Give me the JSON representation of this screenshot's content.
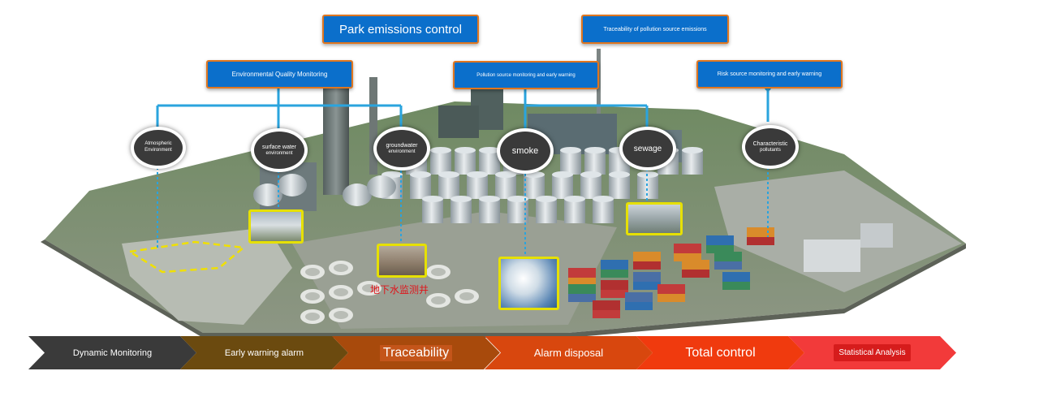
{
  "header": {
    "main_title": "Park emissions control",
    "traceability_title": "Traceability of pollution source emissions"
  },
  "categories": {
    "env_quality": "Environmental Quality Monitoring",
    "pollution_source": "Pollution source monitoring and early warning",
    "risk_source": "Risk source monitoring and early warning"
  },
  "nodes": {
    "atmospheric_line1": "Atmospheric",
    "atmospheric_line2": "Environment",
    "surface_water_line1": "surface water",
    "surface_water_line2": "environment",
    "groundwater_line1": "groundwater",
    "groundwater_line2": "environment",
    "smoke": "smoke",
    "sewage": "sewage",
    "characteristic_line1": "Characteristic",
    "characteristic_line2": "pollutants"
  },
  "groundwater_well_label": "地下水监测井",
  "process_steps": [
    {
      "label": "Dynamic Monitoring",
      "color": "#3a3a3a"
    },
    {
      "label": "Early warning alarm",
      "color": "#6b4a0f"
    },
    {
      "label": "Traceability",
      "color": "#a84a0c"
    },
    {
      "label": "Alarm disposal",
      "color": "#d8470e"
    },
    {
      "label": "Total control",
      "color": "#f03a0e"
    },
    {
      "label": "Statistical Analysis",
      "color": "#f23a3a"
    }
  ],
  "colors": {
    "box_blue": "#0b6fcb",
    "box_border": "#e0761f",
    "connector": "#2aa4de",
    "highlight": "#e6e000",
    "bubble": "#3a3a3a"
  }
}
